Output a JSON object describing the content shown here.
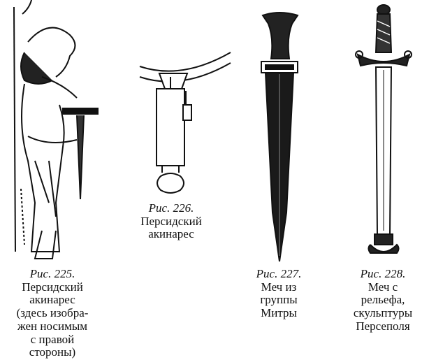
{
  "figures": [
    {
      "number": "Рис. 225.",
      "caption_lines": [
        "Персидский",
        "акинарес",
        "(здесь изобра-",
        "жен носимым",
        "с правой",
        "стороны)"
      ]
    },
    {
      "number": "Рис. 226.",
      "caption_lines": [
        "Персидский",
        "акинарес"
      ]
    },
    {
      "number": "Рис. 227.",
      "caption_lines": [
        "Меч из",
        "группы",
        "Митры"
      ]
    },
    {
      "number": "Рис. 228.",
      "caption_lines": [
        "Меч с",
        "рельефа,",
        "скульптуры",
        "Персеполя"
      ]
    }
  ]
}
